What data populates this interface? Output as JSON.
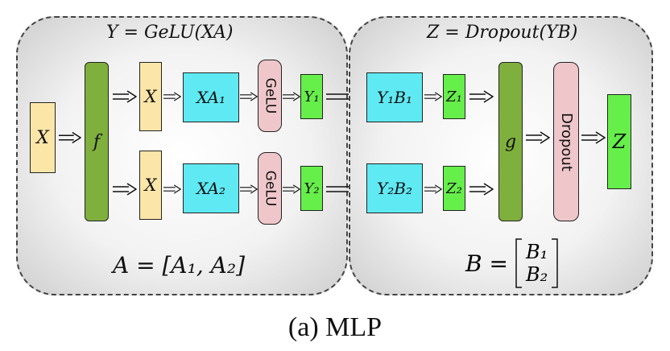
{
  "left_panel": {
    "title": "Y = GeLU(XA)",
    "formula": "A = [A₁, A₂]",
    "input": "X",
    "split_fn": "f",
    "row1": {
      "x": "X",
      "xa": "XA₁",
      "act": "GeLU",
      "y": "Y₁"
    },
    "row2": {
      "x": "X",
      "xa": "XA₂",
      "act": "GeLU",
      "y": "Y₂"
    }
  },
  "right_panel": {
    "title": "Z = Dropout(YB)",
    "formula_lhs": "B =",
    "matrix": [
      "B₁",
      "B₂"
    ],
    "row1": {
      "yb": "Y₁B₁",
      "z": "Z₁"
    },
    "row2": {
      "yb": "Y₂B₂",
      "z": "Z₂"
    },
    "merge_fn": "g",
    "dropout": "Dropout",
    "output": "Z"
  },
  "caption": "(a) MLP",
  "colors": {
    "tan": "#fbe6a8",
    "cyan": "#5fe9f3",
    "pink": "#efc7cb",
    "green": "#66ee4a",
    "olive": "#7faf3d"
  }
}
